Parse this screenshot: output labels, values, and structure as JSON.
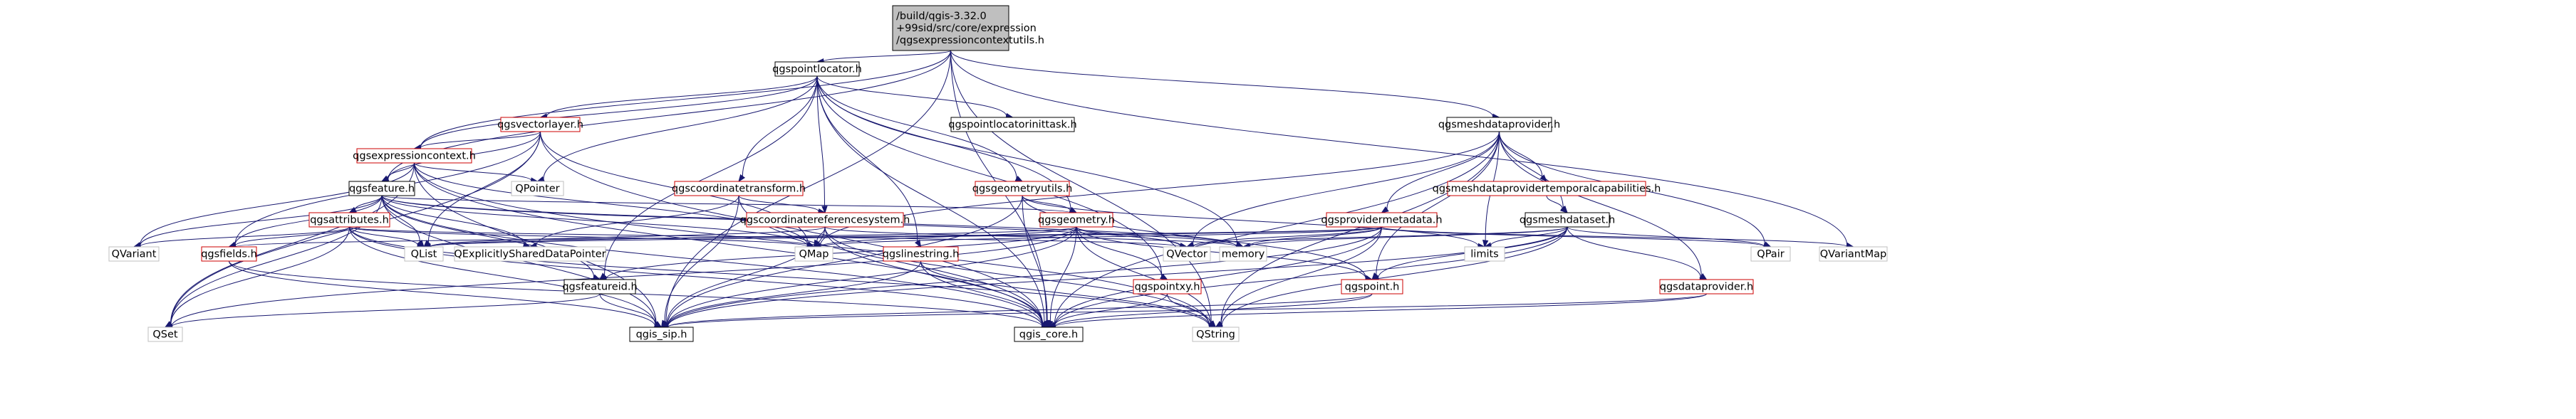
{
  "nodes": [
    {
      "id": "root",
      "lines": [
        "/build/qgis-3.32.0",
        "+99sid/src/core/expression",
        "/qgsexpressioncontextutils.h"
      ],
      "style": "root"
    },
    {
      "id": "qgspointlocator",
      "lines": [
        "qgspointlocator.h"
      ],
      "style": "black"
    },
    {
      "id": "qgsmeshdataprovider",
      "lines": [
        "qgsmeshdataprovider.h"
      ],
      "style": "black"
    },
    {
      "id": "qgsvectorlayer",
      "lines": [
        "qgsvectorlayer.h"
      ],
      "style": "red"
    },
    {
      "id": "qgspointlocatorinittask",
      "lines": [
        "qgspointlocatorinittask.h"
      ],
      "style": "black"
    },
    {
      "id": "qgsexpressioncontext",
      "lines": [
        "qgsexpressioncontext.h"
      ],
      "style": "red"
    },
    {
      "id": "qgsfeature",
      "lines": [
        "qgsfeature.h"
      ],
      "style": "black"
    },
    {
      "id": "qgscoordinatetransform",
      "lines": [
        "qgscoordinatetransform.h"
      ],
      "style": "red"
    },
    {
      "id": "qgsgeometryutils",
      "lines": [
        "qgsgeometryutils.h"
      ],
      "style": "red"
    },
    {
      "id": "qgsmeshdataprovidertemporalcapabilities",
      "lines": [
        "qgsmeshdataprovidertemporalcapabilities.h"
      ],
      "style": "red"
    },
    {
      "id": "qgsmeshdataset",
      "lines": [
        "qgsmeshdataset.h"
      ],
      "style": "black"
    },
    {
      "id": "qgsattributes",
      "lines": [
        "qgsattributes.h"
      ],
      "style": "red"
    },
    {
      "id": "qgscoordinatereferencesystem",
      "lines": [
        "qgscoordinatereferencesystem.h"
      ],
      "style": "red"
    },
    {
      "id": "qgsgeometry",
      "lines": [
        "qgsgeometry.h"
      ],
      "style": "red"
    },
    {
      "id": "qgsprovidermetadata",
      "lines": [
        "qgsprovidermetadata.h"
      ],
      "style": "red"
    },
    {
      "id": "QPointer",
      "lines": [
        "QPointer"
      ],
      "style": "gray"
    },
    {
      "id": "QVariant",
      "lines": [
        "QVariant"
      ],
      "style": "gray"
    },
    {
      "id": "qgsfields",
      "lines": [
        "qgsfields.h"
      ],
      "style": "red"
    },
    {
      "id": "QList",
      "lines": [
        "QList"
      ],
      "style": "gray"
    },
    {
      "id": "QExplicitlySharedDataPointer",
      "lines": [
        "QExplicitlySharedDataPointer"
      ],
      "style": "gray"
    },
    {
      "id": "qgsfeatureid",
      "lines": [
        "qgsfeatureid.h"
      ],
      "style": "black"
    },
    {
      "id": "QMap",
      "lines": [
        "QMap"
      ],
      "style": "gray"
    },
    {
      "id": "qgslinestring",
      "lines": [
        "qgslinestring.h"
      ],
      "style": "red"
    },
    {
      "id": "QVector",
      "lines": [
        "QVector"
      ],
      "style": "gray"
    },
    {
      "id": "qgspointxy",
      "lines": [
        "qgspointxy.h"
      ],
      "style": "red"
    },
    {
      "id": "memory",
      "lines": [
        "memory"
      ],
      "style": "gray"
    },
    {
      "id": "qgspoint",
      "lines": [
        "qgspoint.h"
      ],
      "style": "red"
    },
    {
      "id": "limits",
      "lines": [
        "limits"
      ],
      "style": "gray"
    },
    {
      "id": "qgsdataprovider",
      "lines": [
        "qgsdataprovider.h"
      ],
      "style": "red"
    },
    {
      "id": "QPair",
      "lines": [
        "QPair"
      ],
      "style": "gray"
    },
    {
      "id": "QVariantMap",
      "lines": [
        "QVariantMap"
      ],
      "style": "gray"
    },
    {
      "id": "QSet",
      "lines": [
        "QSet"
      ],
      "style": "gray"
    },
    {
      "id": "qgis_sip",
      "lines": [
        "qgis_sip.h"
      ],
      "style": "black"
    },
    {
      "id": "qgis_core",
      "lines": [
        "qgis_core.h"
      ],
      "style": "black"
    },
    {
      "id": "QString",
      "lines": [
        "QString"
      ],
      "style": "gray"
    }
  ],
  "edges": [
    [
      "root",
      "qgspointlocator"
    ],
    [
      "root",
      "qgsmeshdataprovider"
    ],
    [
      "root",
      "qgsexpressioncontext"
    ],
    [
      "root",
      "qgsfeature"
    ],
    [
      "root",
      "qgis_sip"
    ],
    [
      "root",
      "qgis_core"
    ],
    [
      "root",
      "QVariantMap"
    ],
    [
      "root",
      "QString"
    ],
    [
      "qgspointlocator",
      "qgspointlocatorinittask"
    ],
    [
      "qgspointlocator",
      "qgsvectorlayer"
    ],
    [
      "qgspointlocator",
      "qgsexpressioncontext"
    ],
    [
      "qgspointlocator",
      "QPointer"
    ],
    [
      "qgspointlocator",
      "qgscoordinatetransform"
    ],
    [
      "qgspointlocator",
      "qgscoordinatereferencesystem"
    ],
    [
      "qgspointlocator",
      "qgsgeometryutils"
    ],
    [
      "qgspointlocator",
      "qgsgeometry"
    ],
    [
      "qgspointlocator",
      "qgslinestring"
    ],
    [
      "qgspointlocator",
      "qgspointxy"
    ],
    [
      "qgspointlocator",
      "memory"
    ],
    [
      "qgspointlocator",
      "qgsfeatureid"
    ],
    [
      "qgspointlocator",
      "qgis_core"
    ],
    [
      "qgsvectorlayer",
      "qgsexpressioncontext"
    ],
    [
      "qgsvectorlayer",
      "qgsfeature"
    ],
    [
      "qgsvectorlayer",
      "qgsfields"
    ],
    [
      "qgsvectorlayer",
      "QList"
    ],
    [
      "qgsvectorlayer",
      "QSet"
    ],
    [
      "qgsvectorlayer",
      "QMap"
    ],
    [
      "qgsvectorlayer",
      "qgis_core"
    ],
    [
      "qgsexpressioncontext",
      "qgsfeature"
    ],
    [
      "qgsexpressioncontext",
      "QPointer"
    ],
    [
      "qgsexpressioncontext",
      "QVariant"
    ],
    [
      "qgsexpressioncontext",
      "QSet"
    ],
    [
      "qgsexpressioncontext",
      "qgis_sip"
    ],
    [
      "qgsexpressioncontext",
      "qgis_core"
    ],
    [
      "qgsexpressioncontext",
      "QString"
    ],
    [
      "qgsexpressioncontext",
      "QMap"
    ],
    [
      "qgsfeature",
      "qgsattributes"
    ],
    [
      "qgsfeature",
      "qgsfields"
    ],
    [
      "qgsfeature",
      "QList"
    ],
    [
      "qgsfeature",
      "QExplicitlySharedDataPointer"
    ],
    [
      "qgsfeature",
      "qgsfeatureid"
    ],
    [
      "qgsfeature",
      "qgsgeometry"
    ],
    [
      "qgsfeature",
      "QVariant"
    ],
    [
      "qgsfeature",
      "QMap"
    ],
    [
      "qgsfeature",
      "QVector"
    ],
    [
      "qgsfeature",
      "QSet"
    ],
    [
      "qgsfeature",
      "qgis_sip"
    ],
    [
      "qgsfeature",
      "qgis_core"
    ],
    [
      "qgsfeature",
      "memory"
    ],
    [
      "qgscoordinatetransform",
      "qgscoordinatereferencesystem"
    ],
    [
      "qgscoordinatetransform",
      "QExplicitlySharedDataPointer"
    ],
    [
      "qgscoordinatetransform",
      "qgis_sip"
    ],
    [
      "qgscoordinatetransform",
      "qgis_core"
    ],
    [
      "qgsgeometryutils",
      "qgsgeometry"
    ],
    [
      "qgsgeometryutils",
      "qgspoint"
    ],
    [
      "qgsgeometryutils",
      "limits"
    ],
    [
      "qgsgeometryutils",
      "qgis_sip"
    ],
    [
      "qgsgeometryutils",
      "qgis_core"
    ],
    [
      "qgsmeshdataprovider",
      "qgsmeshdataprovidertemporalcapabilities"
    ],
    [
      "qgsmeshdataprovider",
      "qgsmeshdataset"
    ],
    [
      "qgsmeshdataprovider",
      "qgsprovidermetadata"
    ],
    [
      "qgsmeshdataprovider",
      "qgsdataprovider"
    ],
    [
      "qgsmeshdataprovider",
      "qgspoint"
    ],
    [
      "qgsmeshdataprovider",
      "limits"
    ],
    [
      "qgsmeshdataprovider",
      "QVector"
    ],
    [
      "qgsmeshdataprovider",
      "QPair"
    ],
    [
      "qgsmeshdataprovider",
      "QMap"
    ],
    [
      "qgsmeshdataprovider",
      "QString"
    ],
    [
      "qgsmeshdataprovider",
      "qgis_core"
    ],
    [
      "qgsmeshdataprovidertemporalcapabilities",
      "qgsmeshdataset"
    ],
    [
      "qgsmeshdataset",
      "qgsdataprovider"
    ],
    [
      "qgsmeshdataset",
      "qgspoint"
    ],
    [
      "qgsmeshdataset",
      "limits"
    ],
    [
      "qgsmeshdataset",
      "QVector"
    ],
    [
      "qgsmeshdataset",
      "QPair"
    ],
    [
      "qgsmeshdataset",
      "qgis_sip"
    ],
    [
      "qgsmeshdataset",
      "qgis_core"
    ],
    [
      "qgsmeshdataset",
      "QString"
    ],
    [
      "qgsmeshdataset",
      "memory"
    ],
    [
      "qgsattributes",
      "QMap"
    ],
    [
      "qgsattributes",
      "QString"
    ],
    [
      "qgsattributes",
      "QVariant"
    ],
    [
      "qgsattributes",
      "QList"
    ],
    [
      "qgsattributes",
      "QVector"
    ],
    [
      "qgsattributes",
      "QSet"
    ],
    [
      "qgsattributes",
      "qgsfields"
    ],
    [
      "qgsattributes",
      "qgis_sip"
    ],
    [
      "qgsattributes",
      "qgis_core"
    ],
    [
      "qgscoordinatereferencesystem",
      "QMap"
    ],
    [
      "qgscoordinatereferencesystem",
      "QList"
    ],
    [
      "qgscoordinatereferencesystem",
      "qgis_sip"
    ],
    [
      "qgscoordinatereferencesystem",
      "qgis_core"
    ],
    [
      "qgscoordinatereferencesystem",
      "QString"
    ],
    [
      "qgscoordinatereferencesystem",
      "memory"
    ],
    [
      "qgsgeometry",
      "QDomDocument_placeholder_skip"
    ],
    [
      "qgsgeometry",
      "QSet"
    ],
    [
      "qgsgeometry",
      "QString"
    ],
    [
      "qgsgeometry",
      "QVector"
    ],
    [
      "qgsgeometry",
      "memory"
    ],
    [
      "qgsgeometry",
      "qgspointxy"
    ],
    [
      "qgsgeometry",
      "qgspoint"
    ],
    [
      "qgsgeometry",
      "qgsfeatureid"
    ],
    [
      "qgsgeometry",
      "qgis_sip"
    ],
    [
      "qgsgeometry",
      "qgis_core"
    ],
    [
      "qgsgeometry",
      "QList"
    ],
    [
      "qgsgeometry",
      "QMap"
    ],
    [
      "qgsprovidermetadata",
      "QVariantMap"
    ],
    [
      "qgsprovidermetadata",
      "QString"
    ],
    [
      "qgsprovidermetadata",
      "QMap"
    ],
    [
      "qgsprovidermetadata",
      "QList"
    ],
    [
      "qgsprovidermetadata",
      "memory"
    ],
    [
      "qgsprovidermetadata",
      "QPair"
    ],
    [
      "qgsprovidermetadata",
      "qgsfields"
    ],
    [
      "qgsprovidermetadata",
      "qgis_sip"
    ],
    [
      "qgsprovidermetadata",
      "qgis_core"
    ],
    [
      "qgsprovidermetadata",
      "QVector"
    ],
    [
      "qgsfields",
      "qgis_sip"
    ],
    [
      "qgsfields",
      "qgis_core"
    ],
    [
      "qgsfeatureid",
      "QSet"
    ],
    [
      "qgsfeatureid",
      "qgis_sip"
    ],
    [
      "qgslinestring",
      "qgis_sip"
    ],
    [
      "qgslinestring",
      "qgis_core"
    ],
    [
      "qgslinestring",
      "QString"
    ],
    [
      "qgspointxy",
      "qgis_core"
    ],
    [
      "qgspointxy",
      "QString"
    ],
    [
      "qgspoint",
      "qgis_sip"
    ],
    [
      "qgspoint",
      "qgis_core"
    ],
    [
      "qgsdataprovider",
      "qgis_sip"
    ],
    [
      "qgsdataprovider",
      "qgis_core"
    ]
  ]
}
